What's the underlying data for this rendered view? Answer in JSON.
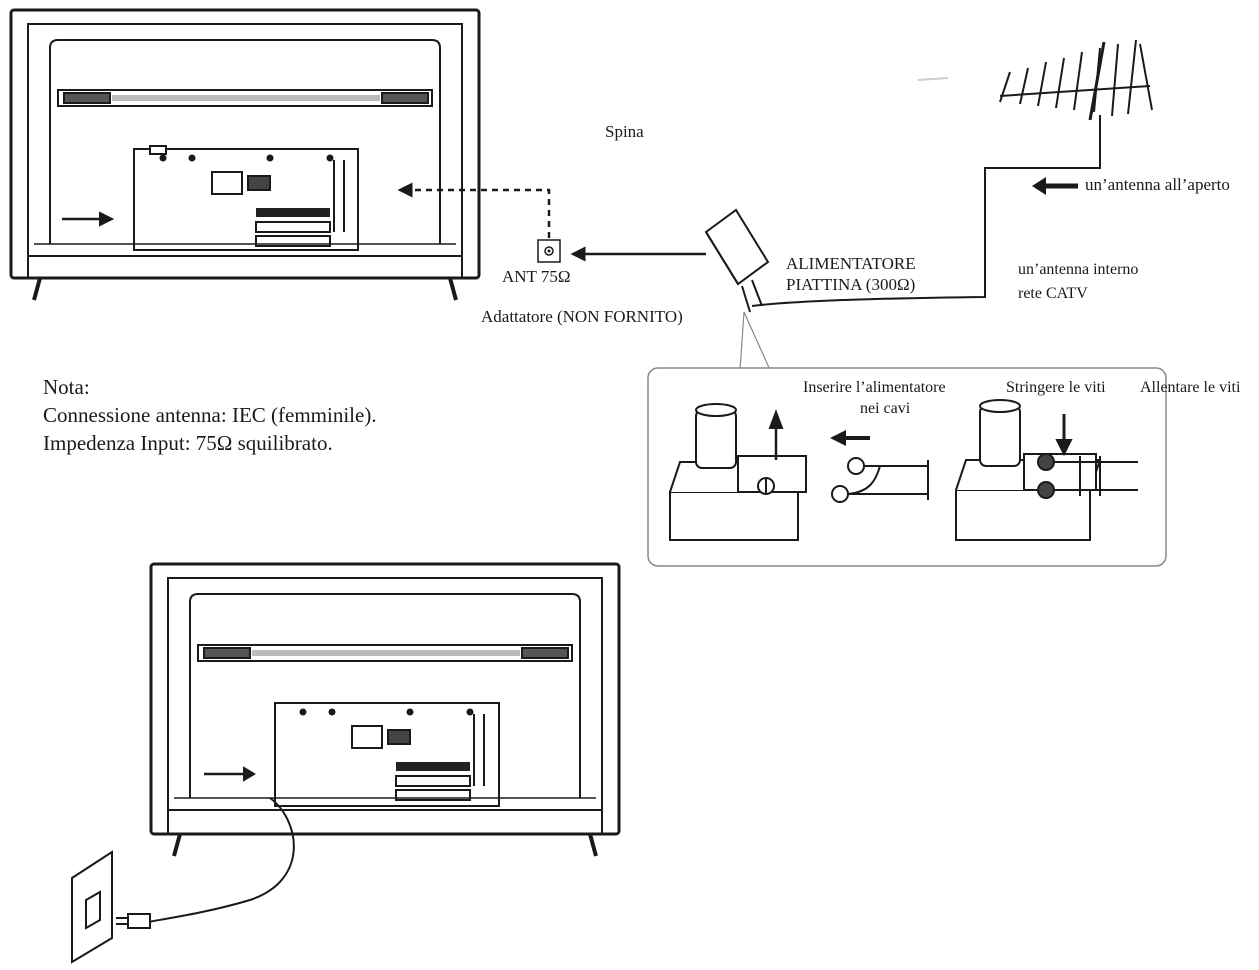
{
  "labels": {
    "spina": "Spina",
    "ant": "ANT 75Ω",
    "adapter": "Adattatore (NON FORNITO)",
    "feeder_line1": "ALIMENTATORE",
    "feeder_line2": "PIATTINA (300Ω)",
    "outdoor_antenna": "un’antenna all’aperto",
    "indoor_antenna": "un’antenna interno",
    "catv": "rete CATV",
    "insert_line1": "Inserire l’alimentatore",
    "insert_line2": "nei cavi",
    "tighten": "Stringere le viti",
    "loosen": "Allentare le viti"
  },
  "note": {
    "title": "Nota:",
    "line1": "Connessione antenna: IEC (femminile).",
    "line2": "Impedenza Input: 75Ω squilibrato."
  }
}
